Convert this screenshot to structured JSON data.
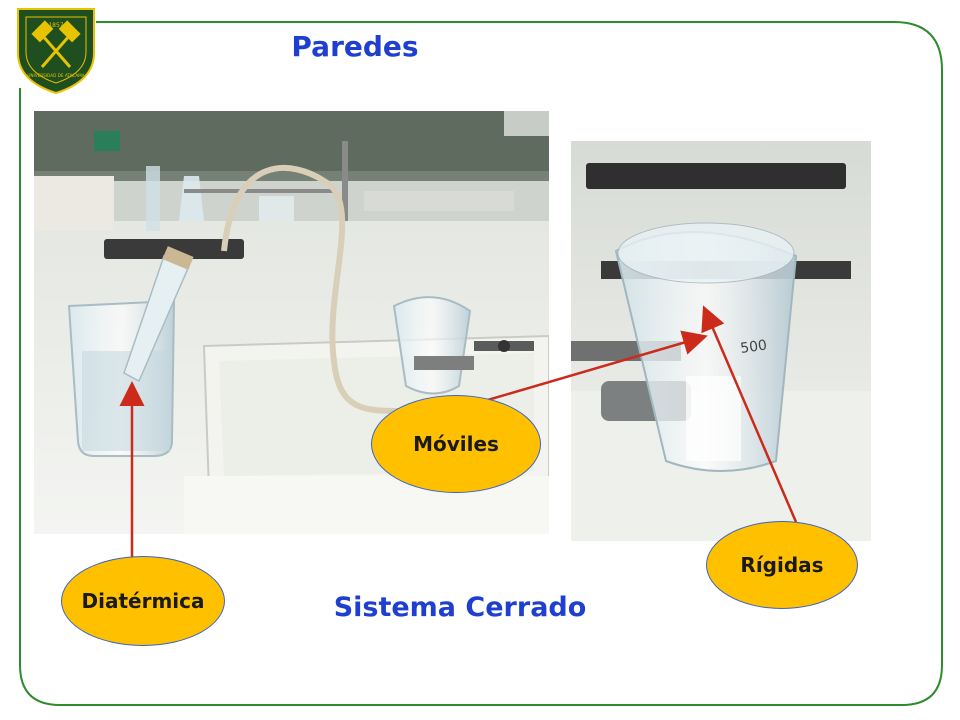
{
  "slide": {
    "title": "Paredes",
    "subtitle": "Sistema Cerrado",
    "callouts": {
      "moviles": "Móviles",
      "rigidas": "Rígidas",
      "diatermica": "Diatérmica"
    },
    "logo": {
      "text": "UNIVERSIDAD DE ATACAMA",
      "year": "1857"
    }
  },
  "colors": {
    "title": "#1f3fd0",
    "frame": "#2e8b2e",
    "callout_fill": "#ffc000",
    "arrow": "#cc2a1a",
    "logo_fill": "#1f4e1f",
    "logo_accent": "#e8c300"
  }
}
